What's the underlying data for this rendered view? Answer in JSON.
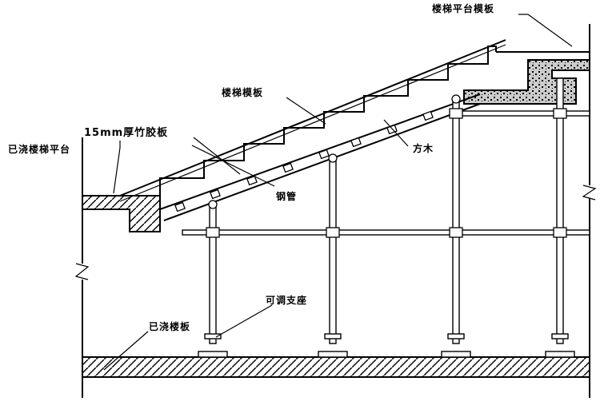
{
  "labels": {
    "landing_formwork": "楼梯平台模板",
    "stair_formwork": "楼梯模板",
    "plywood": "15mm厚竹胶板",
    "cast_landing": "已浇楼梯平台",
    "timber": "方木",
    "steel_pipe": "钢管",
    "adjustable_support": "可调支座",
    "cast_floor": "已浇楼板"
  }
}
